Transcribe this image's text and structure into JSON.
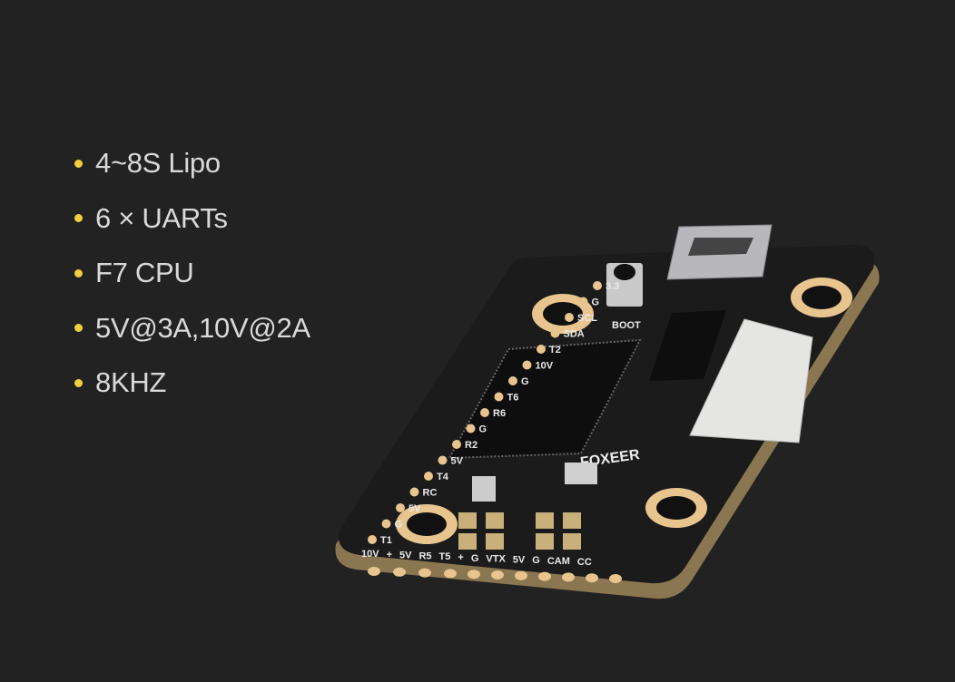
{
  "features": [
    {
      "label": "4~8S Lipo"
    },
    {
      "label": "6 × UARTs"
    },
    {
      "label": "F7 CPU"
    },
    {
      "label": "5V@3A,10V@2A"
    },
    {
      "label": "8KHZ"
    }
  ],
  "board": {
    "brand": "FOXEER",
    "boot_label": "BOOT",
    "bottom_pins": [
      "10V",
      "+",
      "5V",
      "R5",
      "T5",
      "+",
      "G",
      "VTX",
      "5V",
      "G",
      "CAM",
      "CC"
    ],
    "left_pins": [
      "T1",
      "G",
      "5V",
      "RC",
      "T4",
      "5V",
      "R2",
      "G",
      "R6",
      "T6",
      "G",
      "10V",
      "T2",
      "SDA",
      "SCL",
      "G",
      "3.3"
    ],
    "colors": {
      "pcb": "#1b1b1c",
      "pad": "#e8c58f",
      "edge": "#8a7650",
      "bullet": "#f2cf3c"
    }
  }
}
